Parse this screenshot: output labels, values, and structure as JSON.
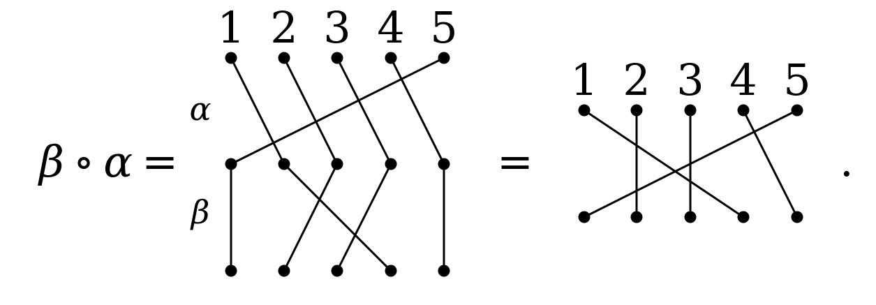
{
  "equation": {
    "beta": "β",
    "compose": "∘",
    "alpha": "α",
    "equals_left": "=",
    "equals_mid": "=",
    "period": "."
  },
  "left_diagram": {
    "top_labels": [
      "1",
      "2",
      "3",
      "4",
      "5"
    ],
    "alpha_row_label": "α",
    "beta_row_label": "β",
    "alpha_map": [
      2,
      3,
      4,
      5,
      1
    ],
    "beta_map": [
      1,
      4,
      2,
      3,
      5
    ]
  },
  "right_diagram": {
    "top_labels": [
      "1",
      "2",
      "3",
      "4",
      "5"
    ],
    "composite_map": [
      4,
      2,
      3,
      5,
      1
    ]
  },
  "colors": {
    "ink": "#000000",
    "background": "#ffffff"
  }
}
